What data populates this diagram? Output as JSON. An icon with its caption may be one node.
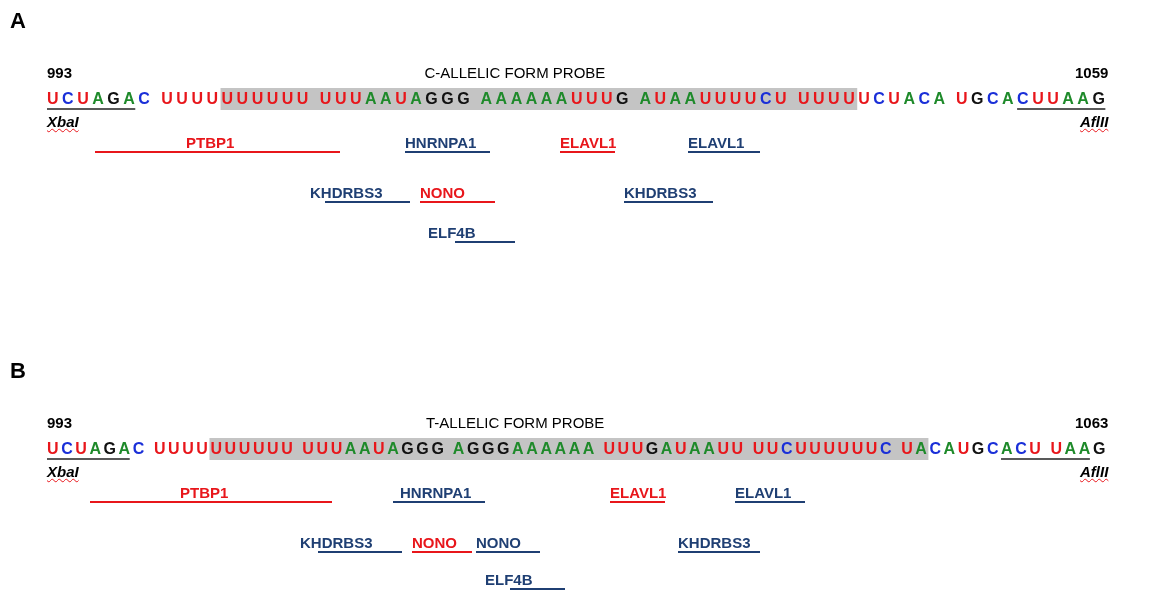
{
  "diagram": {
    "labels": [
      "A",
      "993",
      "C-ALLELIC FORM PROBE",
      "1059",
      "UCUAGAC UUUUUUUUUU UUUAAUAGGG AAAAAAUUUG AUAAUUUUCU UUUUUCUACA UGCACUUAAG",
      "XbaI",
      "AflII",
      "PTBP1",
      "HNRNPA1",
      "ELAVL1",
      "ELAVL1",
      "KHDRBS3",
      "NONO",
      "KHDRBS3",
      "ELF4B",
      "B",
      "993",
      "T-ALLELIC FORM PROBE",
      "1063",
      "UCUAGAC UUUUUUUUUU UUUAAUAGGG AGGGAAAAAA UUUGAUAAUU UUCUUUUUUC UACAUGCACU UAAG",
      "XbaI",
      "AflII",
      "PTBP1",
      "HNRNPA1",
      "ELAVL1",
      "ELAVL1",
      "KHDRBS3",
      "NONO",
      "NONO",
      "KHDRBS3",
      "ELF4B"
    ]
  }
}
